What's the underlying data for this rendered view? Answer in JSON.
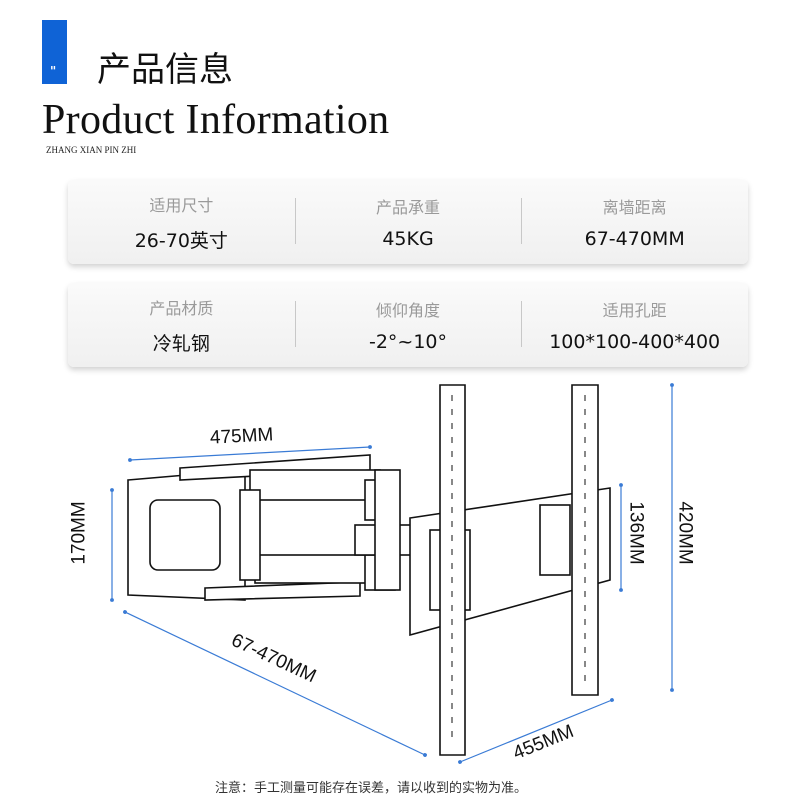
{
  "header": {
    "badge_mark": "\"",
    "title_cn": "产品信息",
    "title_en": "Product Information",
    "subtitle": "ZHANG XIAN PIN ZHI"
  },
  "specs": [
    {
      "label": "适用尺寸",
      "value": "26-70英寸"
    },
    {
      "label": "产品承重",
      "value": "45KG"
    },
    {
      "label": "离墙距离",
      "value": "67-470MM"
    },
    {
      "label": "产品材质",
      "value": "冷轧钢"
    },
    {
      "label": "倾仰角度",
      "value": "-2°~10°"
    },
    {
      "label": "适用孔距",
      "value": "100*100-400*400"
    }
  ],
  "dimensions": {
    "arm_length": "475MM",
    "wall_plate_height": "170MM",
    "wall_distance": "67-470MM",
    "tv_plate_width": "455MM",
    "tv_plate_height": "136MM",
    "rail_height": "420MM"
  },
  "colors": {
    "accent": "#0f63d6",
    "dimension_line": "#3a7bd5"
  },
  "note": "注意：手工测量可能存在误差，请以收到的实物为准。"
}
